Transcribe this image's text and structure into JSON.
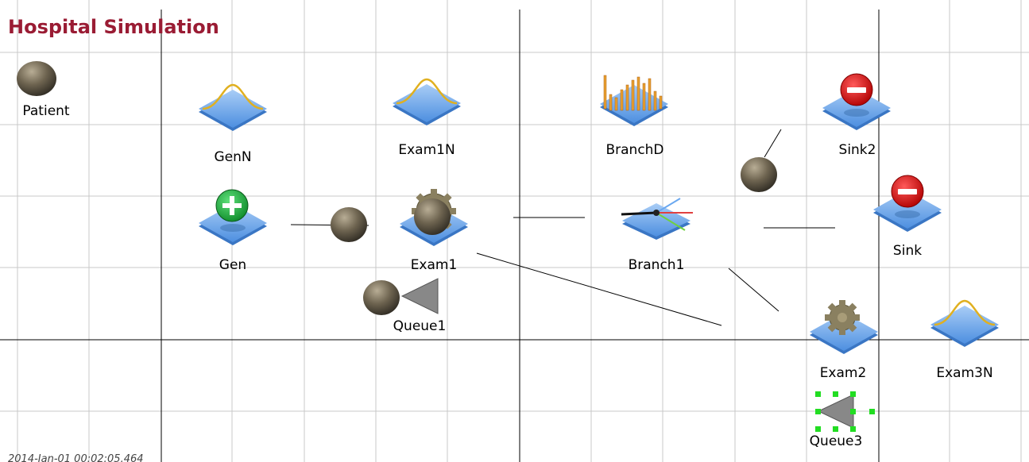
{
  "title": "Hospital Simulation",
  "timestamp": "2014-Jan-01 00:02:05.464",
  "colors": {
    "title": "#9a1c34",
    "tile": "#5b9de8",
    "selection": "#22dd22"
  },
  "objects": {
    "patient": {
      "label": "Patient",
      "icon": "entity-ball-icon"
    },
    "gen_n": {
      "label": "GenN",
      "icon": "normal-distribution-icon"
    },
    "exam1_n": {
      "label": "Exam1N",
      "icon": "normal-distribution-icon"
    },
    "branch_d": {
      "label": "BranchD",
      "icon": "discrete-distribution-icon"
    },
    "sink2": {
      "label": "Sink2",
      "icon": "entity-sink-icon"
    },
    "gen": {
      "label": "Gen",
      "icon": "entity-generator-icon"
    },
    "exam1": {
      "label": "Exam1",
      "icon": "server-gear-icon"
    },
    "branch1": {
      "label": "Branch1",
      "icon": "branch-icon"
    },
    "sink": {
      "label": "Sink",
      "icon": "entity-sink-icon"
    },
    "queue1": {
      "label": "Queue1",
      "icon": "queue-triangle-icon"
    },
    "exam2": {
      "label": "Exam2",
      "icon": "server-gear-icon"
    },
    "exam3_n": {
      "label": "Exam3N",
      "icon": "normal-distribution-icon"
    },
    "queue3": {
      "label": "Queue3",
      "icon": "queue-triangle-icon"
    }
  }
}
